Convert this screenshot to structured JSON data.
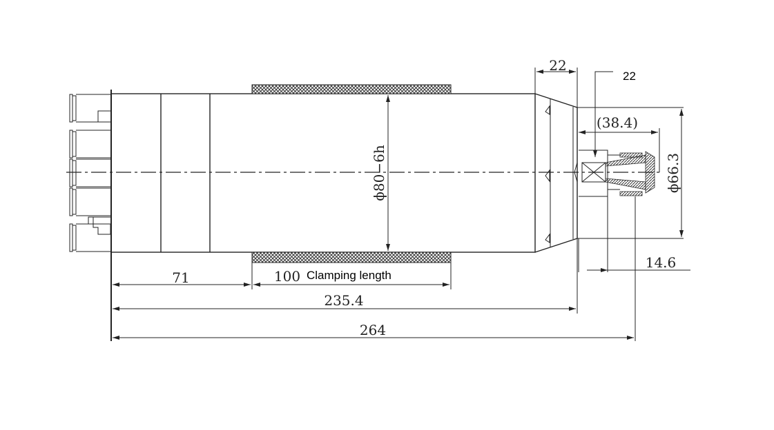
{
  "drawing": {
    "dimensions": {
      "top_nose_length": "22",
      "callout_22": "22",
      "collet_length": "(38.4)",
      "diameter_body": "ϕ80−6h",
      "diameter_flange": "ϕ66.3",
      "collet_offset": "14.6",
      "back_section": "71",
      "clamping_value": "100",
      "clamping_label": "Clamping length",
      "body_length": "235.4",
      "overall_length": "264"
    },
    "colors": {
      "line": "#222222",
      "background": "#ffffff"
    }
  }
}
